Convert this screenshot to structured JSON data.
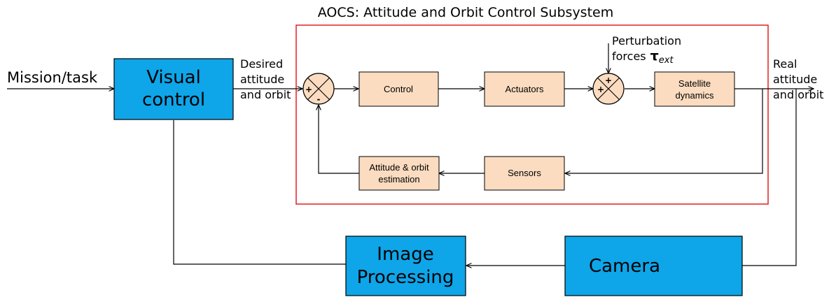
{
  "title": "AOCS: Attitude and Orbit Control Subsystem",
  "colors": {
    "primary_block": "#0ea5e9",
    "inner_block": "#fbdcc0",
    "aocs_border": "#e02020"
  },
  "labels": {
    "mission_task": "Mission/task",
    "desired": [
      "Desired",
      "attitude",
      "and orbit"
    ],
    "real": [
      "Real",
      "attitude",
      "and orbit"
    ],
    "perturbation": [
      "Perturbation",
      "forces"
    ],
    "tau_symbol": "τ",
    "tau_subscript": "ext"
  },
  "blocks": {
    "visual_control": [
      "Visual",
      "control"
    ],
    "control": "Control",
    "actuators": "Actuators",
    "satellite_dynamics": [
      "Satellite",
      "dynamics"
    ],
    "sensors": "Sensors",
    "estimation": [
      "Attitude & orbit",
      "estimation"
    ],
    "camera": "Camera",
    "image_processing": [
      "Image",
      "Processing"
    ]
  },
  "summing1": {
    "signs": [
      "+",
      "-"
    ]
  },
  "summing2": {
    "signs": [
      "+",
      "+"
    ]
  }
}
